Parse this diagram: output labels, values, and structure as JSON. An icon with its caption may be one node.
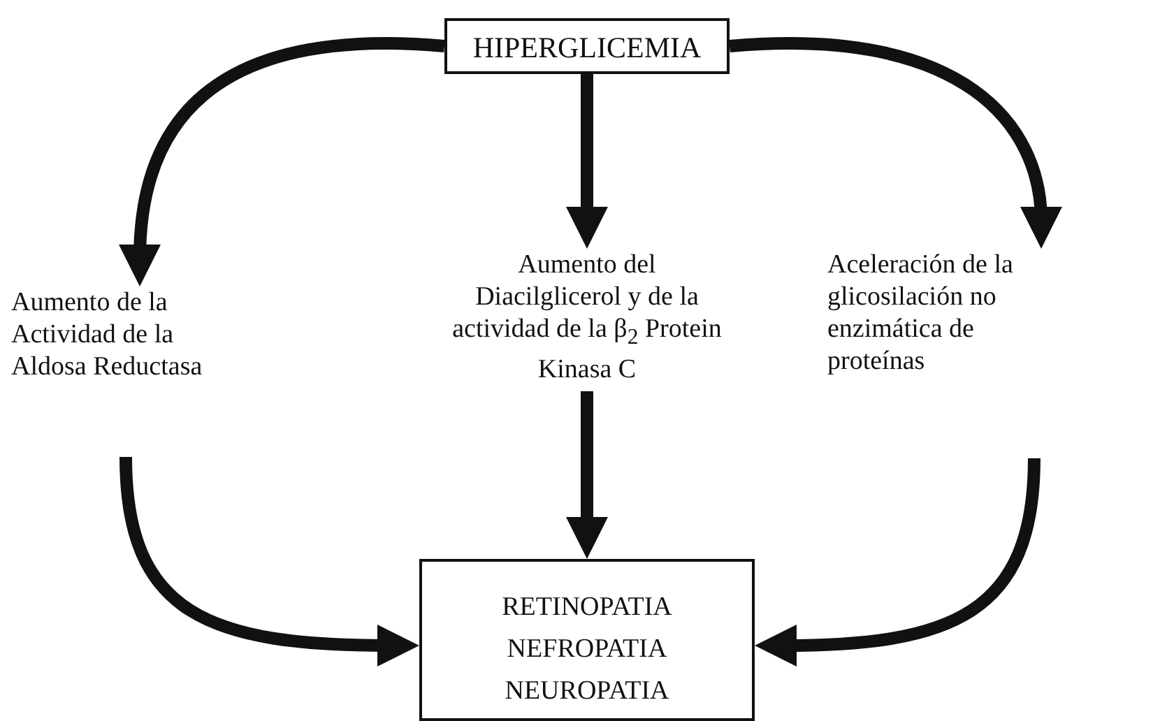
{
  "diagram": {
    "nodes": [
      {
        "text": [
          "HIPERGLICEMIA"
        ]
      },
      {
        "text": [
          "Aumento de la Actividad de la Aldosa Reductasa"
        ]
      },
      {
        "text": [
          "Aumento del Diacilglicerol y de la actividad de la β$_{2}$ Protein Kinasa C"
        ]
      },
      {
        "text": [
          "Aceleración de la glicosilación no enzimática de proteínas"
        ]
      },
      {
        "text": [
          "RETINOPATIA",
          "NEFROPATIA",
          "NEUROPATIA"
        ]
      }
    ],
    "edges": [
      {
        "from": 0,
        "to": 1,
        "arrow": "to"
      },
      {
        "from": 0,
        "to": 2,
        "arrow": "to"
      },
      {
        "from": 0,
        "to": 3,
        "arrow": "to"
      },
      {
        "from": 1,
        "to": 4,
        "arrow": "to"
      },
      {
        "from": 2,
        "to": 4,
        "arrow": "to"
      },
      {
        "from": 3,
        "to": 4,
        "arrow": "to"
      }
    ]
  }
}
